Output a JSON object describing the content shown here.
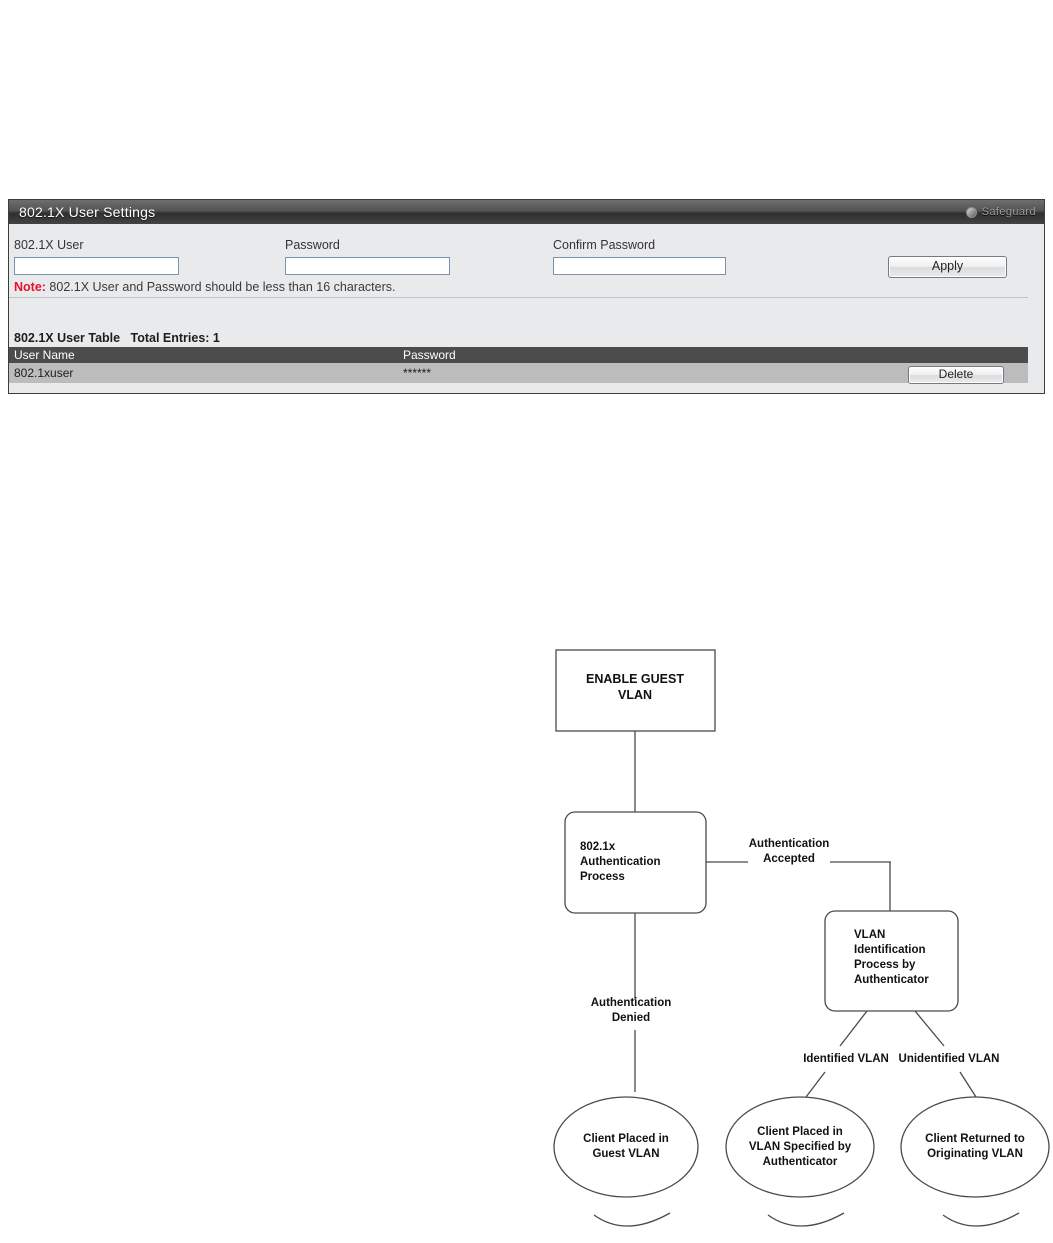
{
  "panel": {
    "title": "802.1X User Settings",
    "safeguard_label": "Safeguard",
    "safeguard_icon": "circle-icon",
    "fields": {
      "user_label": "802.1X User",
      "user_value": "",
      "password_label": "Password",
      "password_value": "",
      "confirm_label": "Confirm Password",
      "confirm_value": ""
    },
    "apply_label": "Apply",
    "note_prefix": "Note:",
    "note_text": " 802.1X User and Password should be less than 16 characters.",
    "table": {
      "caption": "802.1X User Table",
      "total_entries_label": "Total Entries: 1",
      "columns": [
        "User Name",
        "Password"
      ],
      "rows": [
        {
          "user_name": "802.1xuser",
          "password": "******",
          "delete_label": "Delete"
        }
      ]
    },
    "colors": {
      "header_dark": "#2f2f2f",
      "note_red": "#e8112d",
      "table_head": "#4c4c4c",
      "row_gray": "#bcbcbc",
      "input_border": "#7b93ad"
    }
  },
  "flowchart": {
    "nodes": {
      "enable_guest_vlan": "ENABLE GUEST\nVLAN",
      "enable_guest_vlan_line1": "ENABLE GUEST",
      "enable_guest_vlan_line2": "VLAN",
      "auth_process_line1": "802.1x",
      "auth_process_line2": "Authentication",
      "auth_process_line3": "Process",
      "vlan_id_line1": "VLAN",
      "vlan_id_line2": "Identification",
      "vlan_id_line3": "Process by",
      "vlan_id_line4": "Authenticator",
      "guest_vlan_result_line1": "Client Placed in",
      "guest_vlan_result_line2": "Guest VLAN",
      "specified_vlan_result_line1": "Client Placed in",
      "specified_vlan_result_line2": "VLAN Specified by",
      "specified_vlan_result_line3": "Authenticator",
      "originating_vlan_result_line1": "Client Returned to",
      "originating_vlan_result_line2": "Originating VLAN"
    },
    "edge_labels": {
      "auth_accepted_line1": "Authentication",
      "auth_accepted_line2": "Accepted",
      "auth_denied_line1": "Authentication",
      "auth_denied_line2": "Denied",
      "identified_vlan": "Identified VLAN",
      "unidentified_vlan": "Unidentified VLAN"
    }
  }
}
